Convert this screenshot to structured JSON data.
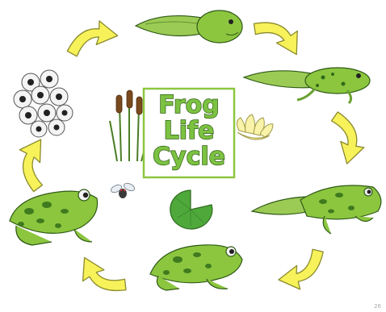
{
  "title": {
    "line1": "Frog",
    "line2": "Life",
    "line3": "Cycle"
  },
  "stages": [
    {
      "name": "eggs"
    },
    {
      "name": "tadpole"
    },
    {
      "name": "tadpole-with-legs"
    },
    {
      "name": "froglet"
    },
    {
      "name": "young-frog"
    },
    {
      "name": "adult-frog"
    }
  ],
  "colors": {
    "arrow_fill": "#f7f25a",
    "arrow_stroke": "#8a8a2c",
    "frog_green": "#8cc63f",
    "frog_dark": "#3f7a1e",
    "spots": "#4e7e2a",
    "title_box": "#8cc63f"
  },
  "page_number": "26"
}
